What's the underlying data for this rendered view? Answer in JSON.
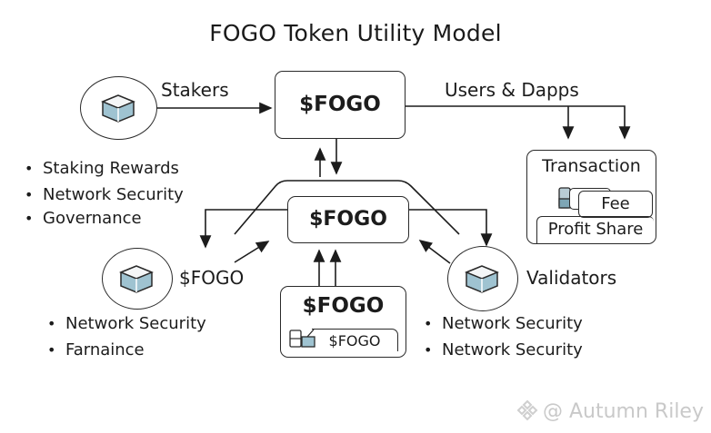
{
  "title": "FOGO Token Utility Model",
  "nodes": {
    "top_token": {
      "label": "$FOGO"
    },
    "center_token": {
      "label": "$FOGO"
    },
    "bottom_token": {
      "label": "$FOGO",
      "sub_label": "$FOGO"
    },
    "transaction": {
      "title": "Transaction",
      "fee_label": "Fee",
      "profit_label": "Profit Share"
    }
  },
  "actors": {
    "stakers": {
      "label": "Stakers",
      "icon": "cube-icon"
    },
    "users_dapps": {
      "label": "Users & Dapps"
    },
    "left_holder": {
      "label": "$FOGO",
      "icon": "cube-icon"
    },
    "validators": {
      "label": "Validators",
      "icon": "cube-icon"
    }
  },
  "lists": {
    "stakers_benefits": [
      "Staking Rewards",
      "Network Security",
      "Governance"
    ],
    "holder_benefits": [
      "Network Security",
      "Farnaince"
    ],
    "validator_benefits": [
      "Network Security",
      "Network Security"
    ]
  },
  "watermark": {
    "text": "@ Autumn Riley",
    "icon": "binance-logo-icon"
  },
  "colors": {
    "stroke": "#2a2a2a",
    "cube_fill": "#9fc3d1",
    "text": "#1c1c1c"
  }
}
